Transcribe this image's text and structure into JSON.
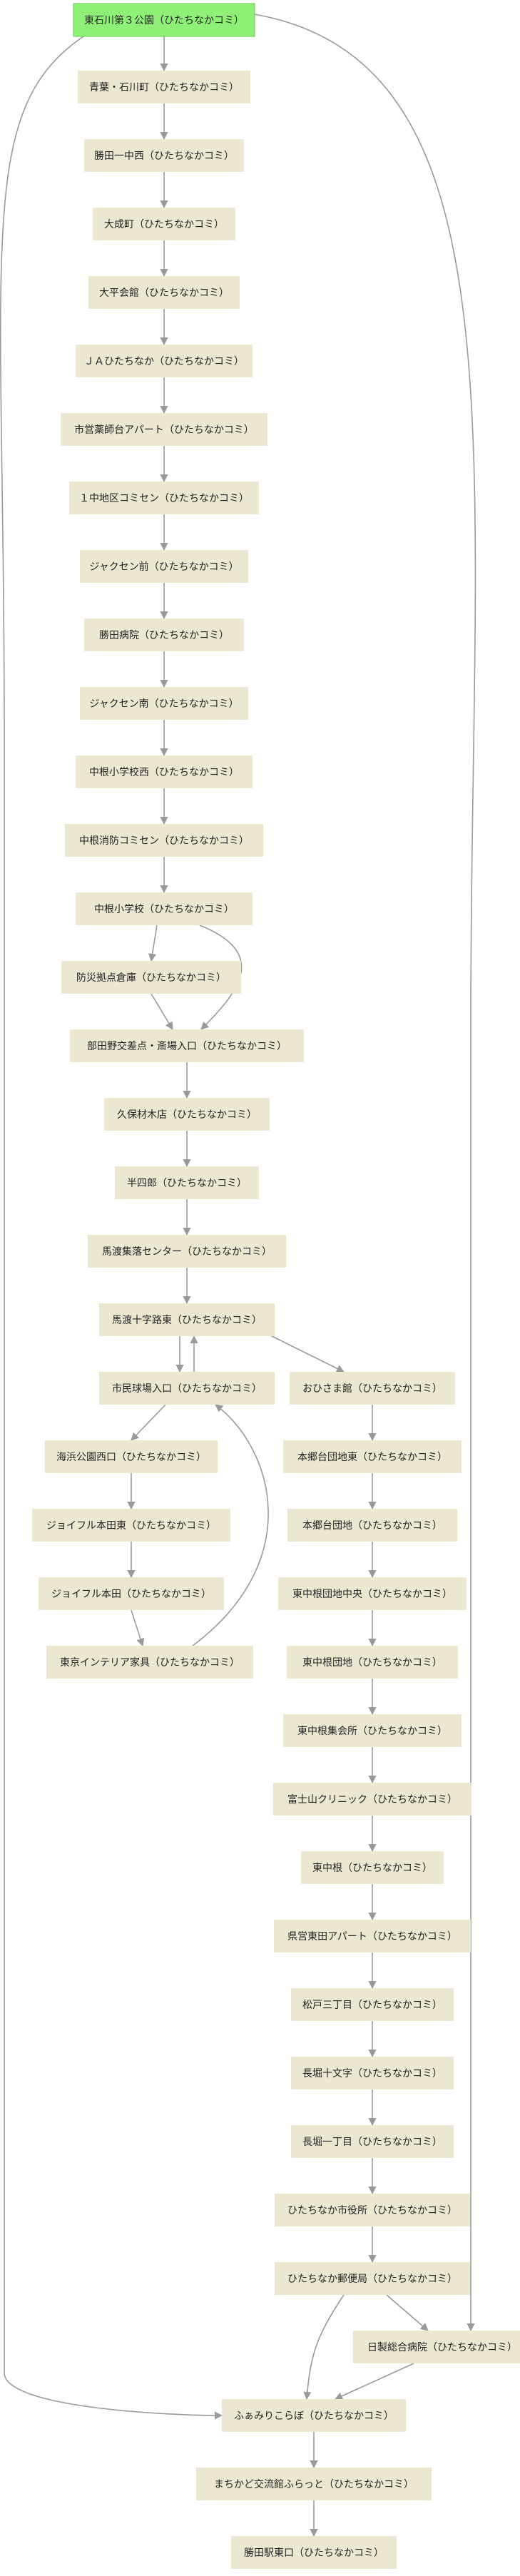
{
  "diagram": {
    "type": "route-map",
    "colors": {
      "start": "#8ff077",
      "node": "#ebe7d1",
      "edge": "#9a9a9a",
      "text": "#222222"
    },
    "nodes": [
      {
        "id": "n0",
        "label": "東石川第３公園（ひたちなかコミ）",
        "start": true
      },
      {
        "id": "n1",
        "label": "青葉・石川町（ひたちなかコミ）"
      },
      {
        "id": "n2",
        "label": "勝田一中西（ひたちなかコミ）"
      },
      {
        "id": "n3",
        "label": "大成町（ひたちなかコミ）"
      },
      {
        "id": "n4",
        "label": "大平会館（ひたちなかコミ）"
      },
      {
        "id": "n5",
        "label": "ＪＡひたちなか（ひたちなかコミ）"
      },
      {
        "id": "n6",
        "label": "市営薬師台アパート（ひたちなかコミ）"
      },
      {
        "id": "n7",
        "label": "１中地区コミセン（ひたちなかコミ）"
      },
      {
        "id": "n8",
        "label": "ジャクセン前（ひたちなかコミ）"
      },
      {
        "id": "n9",
        "label": "勝田病院（ひたちなかコミ）"
      },
      {
        "id": "n10",
        "label": "ジャクセン南（ひたちなかコミ）"
      },
      {
        "id": "n11",
        "label": "中根小学校西（ひたちなかコミ）"
      },
      {
        "id": "n12",
        "label": "中根消防コミセン（ひたちなかコミ）"
      },
      {
        "id": "n13",
        "label": "中根小学校（ひたちなかコミ）"
      },
      {
        "id": "n14",
        "label": "防災拠点倉庫（ひたちなかコミ）"
      },
      {
        "id": "n15",
        "label": "部田野交差点・斎場入口（ひたちなかコミ）"
      },
      {
        "id": "n16",
        "label": "久保材木店（ひたちなかコミ）"
      },
      {
        "id": "n17",
        "label": "半四郎（ひたちなかコミ）"
      },
      {
        "id": "n18",
        "label": "馬渡集落センター（ひたちなかコミ）"
      },
      {
        "id": "n19",
        "label": "馬渡十字路東（ひたちなかコミ）"
      },
      {
        "id": "n20",
        "label": "市民球場入口（ひたちなかコミ）"
      },
      {
        "id": "n21",
        "label": "おひさま館（ひたちなかコミ）"
      },
      {
        "id": "n22",
        "label": "海浜公園西口（ひたちなかコミ）"
      },
      {
        "id": "n23",
        "label": "本郷台団地東（ひたちなかコミ）"
      },
      {
        "id": "n24",
        "label": "ジョイフル本田東（ひたちなかコミ）"
      },
      {
        "id": "n25",
        "label": "本郷台団地（ひたちなかコミ）"
      },
      {
        "id": "n26",
        "label": "ジョイフル本田（ひたちなかコミ）"
      },
      {
        "id": "n27",
        "label": "東中根団地中央（ひたちなかコミ）"
      },
      {
        "id": "n28",
        "label": "東京インテリア家具（ひたちなかコミ）"
      },
      {
        "id": "n29",
        "label": "東中根団地（ひたちなかコミ）"
      },
      {
        "id": "n30",
        "label": "東中根集会所（ひたちなかコミ）"
      },
      {
        "id": "n31",
        "label": "富士山クリニック（ひたちなかコミ）"
      },
      {
        "id": "n32",
        "label": "東中根（ひたちなかコミ）"
      },
      {
        "id": "n33",
        "label": "県営東田アパート（ひたちなかコミ）"
      },
      {
        "id": "n34",
        "label": "松戸三丁目（ひたちなかコミ）"
      },
      {
        "id": "n35",
        "label": "長堀十文字（ひたちなかコミ）"
      },
      {
        "id": "n36",
        "label": "長堀一丁目（ひたちなかコミ）"
      },
      {
        "id": "n37",
        "label": "ひたちなか市役所（ひたちなかコミ）"
      },
      {
        "id": "n38",
        "label": "ひたちなか郵便局（ひたちなかコミ）"
      },
      {
        "id": "n39",
        "label": "日製総合病院（ひたちなかコミ）"
      },
      {
        "id": "n40",
        "label": "ふぁみりこらぼ（ひたちなかコミ）"
      },
      {
        "id": "n41",
        "label": "まちかど交流館ふらっと（ひたちなかコミ）"
      },
      {
        "id": "n42",
        "label": "勝田駅東口（ひたちなかコミ）"
      }
    ],
    "edges": [
      {
        "from": "n0",
        "to": "n1"
      },
      {
        "from": "n1",
        "to": "n2"
      },
      {
        "from": "n2",
        "to": "n3"
      },
      {
        "from": "n3",
        "to": "n4"
      },
      {
        "from": "n4",
        "to": "n5"
      },
      {
        "from": "n5",
        "to": "n6"
      },
      {
        "from": "n6",
        "to": "n7"
      },
      {
        "from": "n7",
        "to": "n8"
      },
      {
        "from": "n8",
        "to": "n9"
      },
      {
        "from": "n9",
        "to": "n10"
      },
      {
        "from": "n10",
        "to": "n11"
      },
      {
        "from": "n11",
        "to": "n12"
      },
      {
        "from": "n12",
        "to": "n13"
      },
      {
        "from": "n13",
        "to": "n14"
      },
      {
        "from": "n13",
        "to": "n15"
      },
      {
        "from": "n14",
        "to": "n15"
      },
      {
        "from": "n15",
        "to": "n16"
      },
      {
        "from": "n16",
        "to": "n17"
      },
      {
        "from": "n17",
        "to": "n18"
      },
      {
        "from": "n18",
        "to": "n19"
      },
      {
        "from": "n19",
        "to": "n20"
      },
      {
        "from": "n20",
        "to": "n19"
      },
      {
        "from": "n19",
        "to": "n21"
      },
      {
        "from": "n20",
        "to": "n22"
      },
      {
        "from": "n22",
        "to": "n24"
      },
      {
        "from": "n24",
        "to": "n26"
      },
      {
        "from": "n26",
        "to": "n28"
      },
      {
        "from": "n28",
        "to": "n20"
      },
      {
        "from": "n21",
        "to": "n23"
      },
      {
        "from": "n23",
        "to": "n25"
      },
      {
        "from": "n25",
        "to": "n27"
      },
      {
        "from": "n27",
        "to": "n29"
      },
      {
        "from": "n29",
        "to": "n30"
      },
      {
        "from": "n30",
        "to": "n31"
      },
      {
        "from": "n31",
        "to": "n32"
      },
      {
        "from": "n32",
        "to": "n33"
      },
      {
        "from": "n33",
        "to": "n34"
      },
      {
        "from": "n34",
        "to": "n35"
      },
      {
        "from": "n35",
        "to": "n36"
      },
      {
        "from": "n36",
        "to": "n37"
      },
      {
        "from": "n37",
        "to": "n38"
      },
      {
        "from": "n38",
        "to": "n39"
      },
      {
        "from": "n38",
        "to": "n40"
      },
      {
        "from": "n39",
        "to": "n40"
      },
      {
        "from": "n0",
        "to": "n39"
      },
      {
        "from": "n0",
        "to": "n40"
      },
      {
        "from": "n40",
        "to": "n41"
      },
      {
        "from": "n41",
        "to": "n42"
      }
    ]
  }
}
